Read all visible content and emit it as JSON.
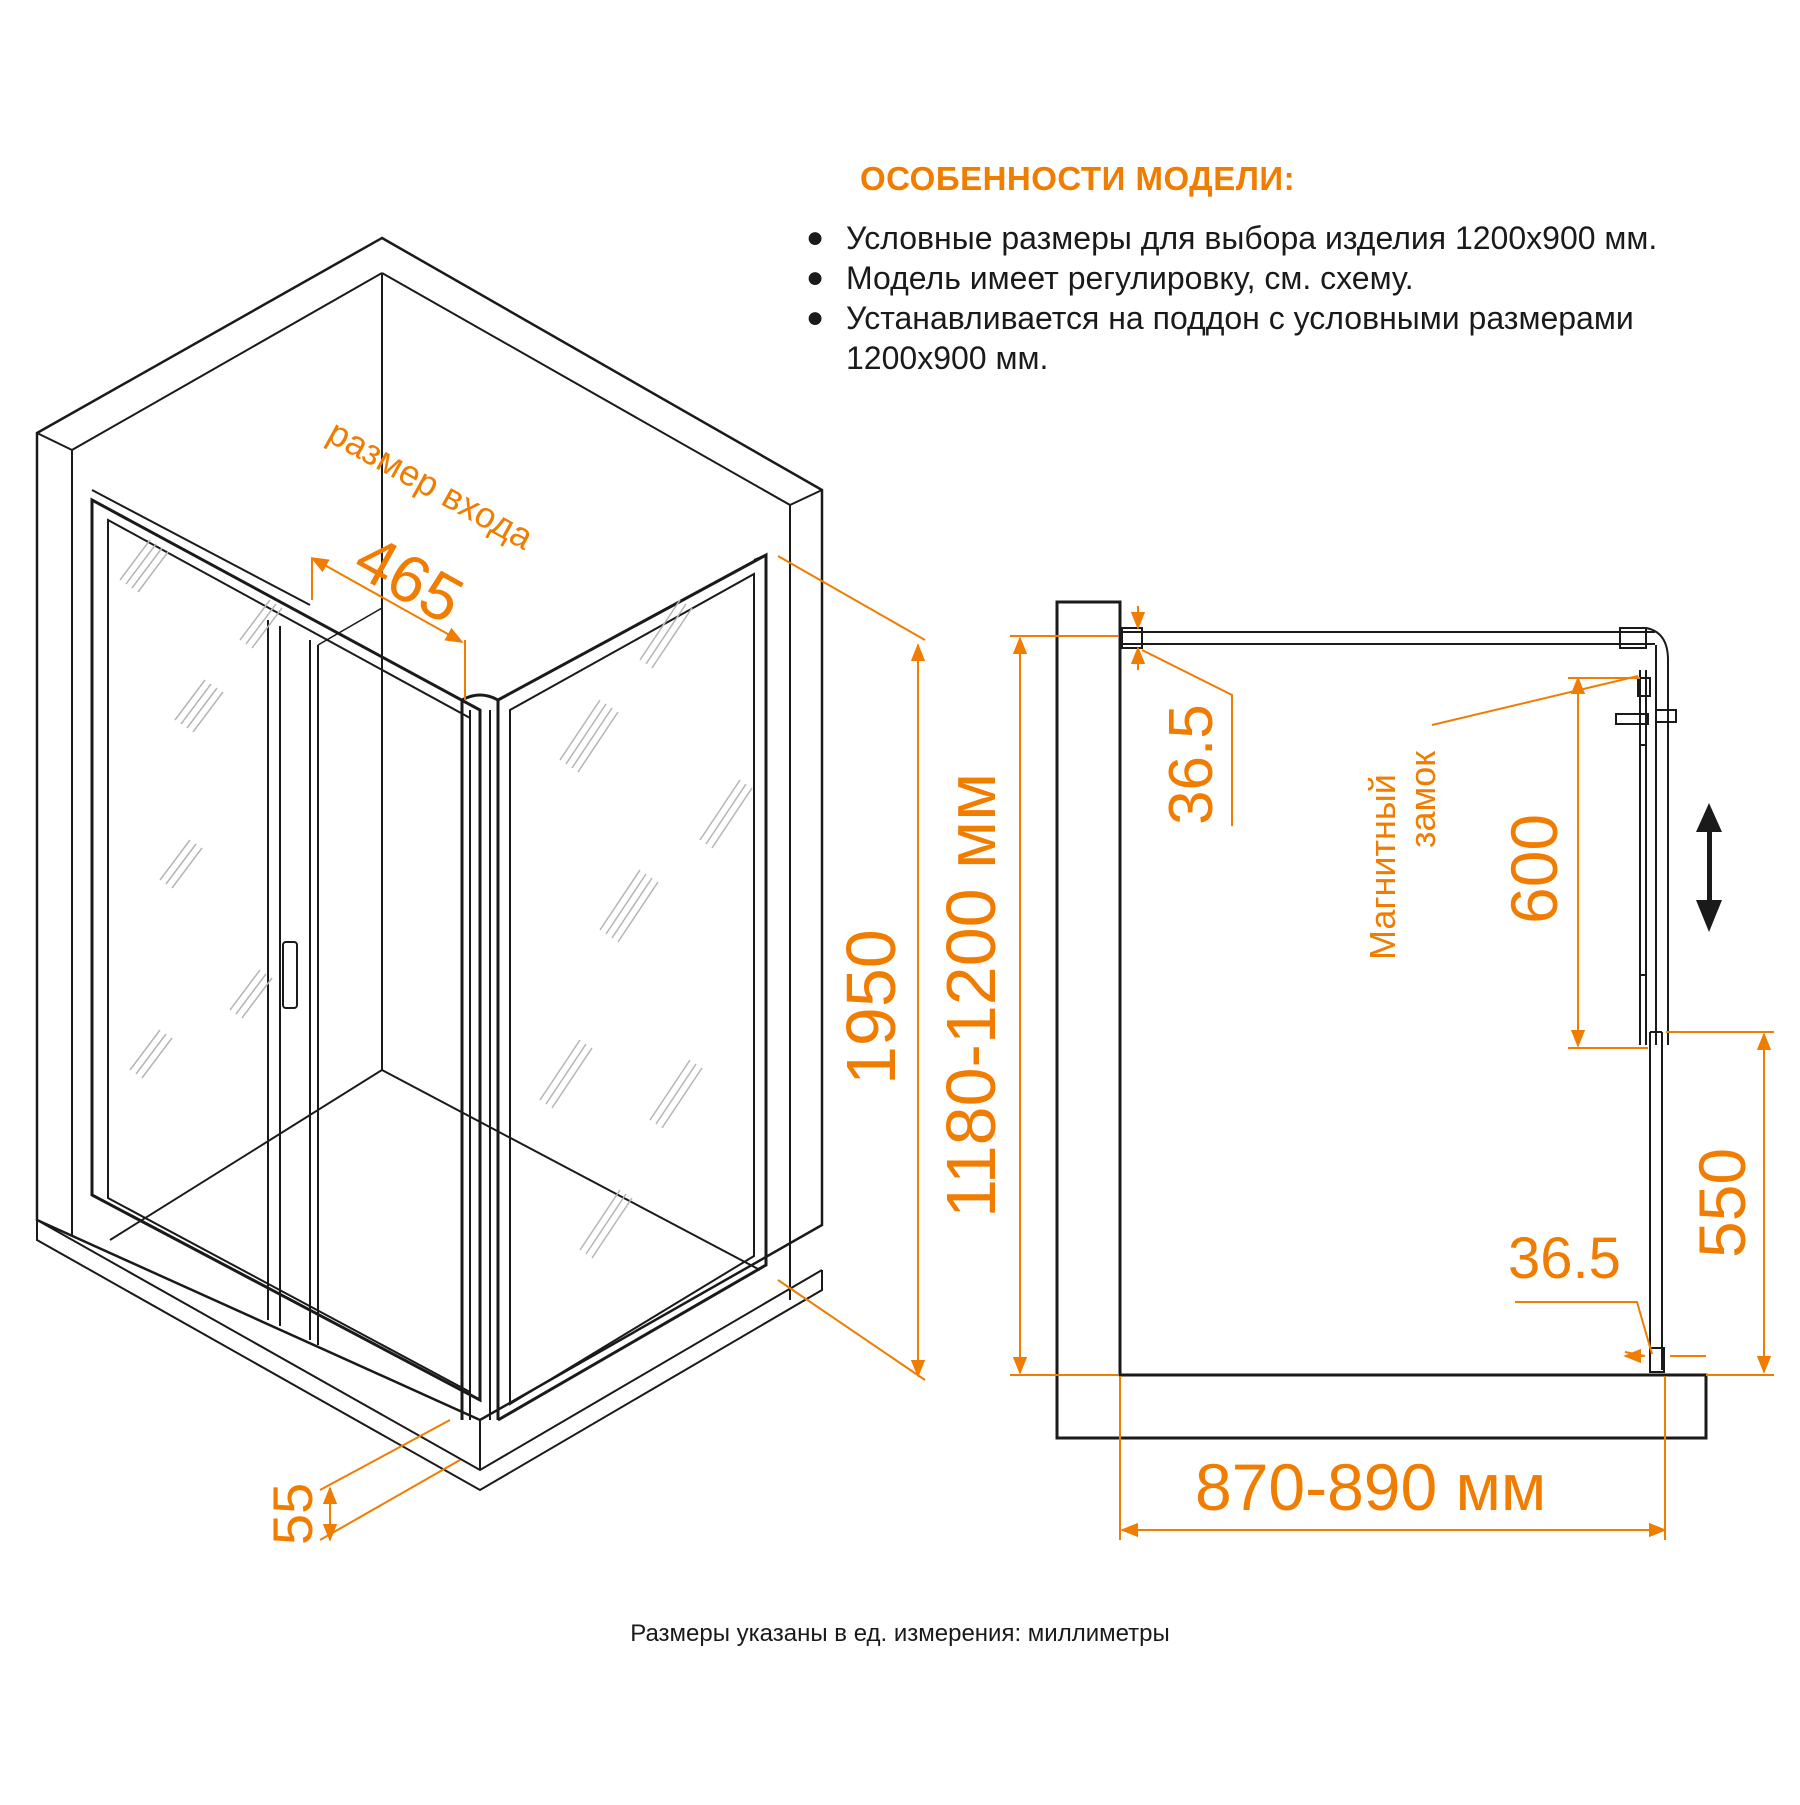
{
  "features": {
    "title": "ОСОБЕННОСТИ МОДЕЛИ:",
    "items": [
      "Условные размеры для выбора изделия 1200х900 мм.",
      "Модель имеет регулировку,  см.  схему.",
      "Устанавливается на поддон с условными размерами 1200х900 мм."
    ]
  },
  "perspective_view": {
    "entrance_label": "размер входа",
    "entrance_width": "465",
    "height": "1950",
    "tray_offset": "55"
  },
  "side_view": {
    "top_offset": "36.5",
    "width_range": "1180-1200 мм",
    "lock_label_line1": "Магнитный",
    "lock_label_line2": "замок",
    "lock_height": "600",
    "lower_height": "550",
    "bottom_offset": "36.5",
    "depth_range": "870-890 мм"
  },
  "footnote": "Размеры указаны в ед. измерения: миллиметры",
  "colors": {
    "accent": "#f07c00",
    "line": "#1a1a1a",
    "glass_pattern": "#b5b5b5"
  },
  "icons": {
    "adjust_arrow": "double-arrow-vertical-icon",
    "bullet": "bullet-icon"
  }
}
